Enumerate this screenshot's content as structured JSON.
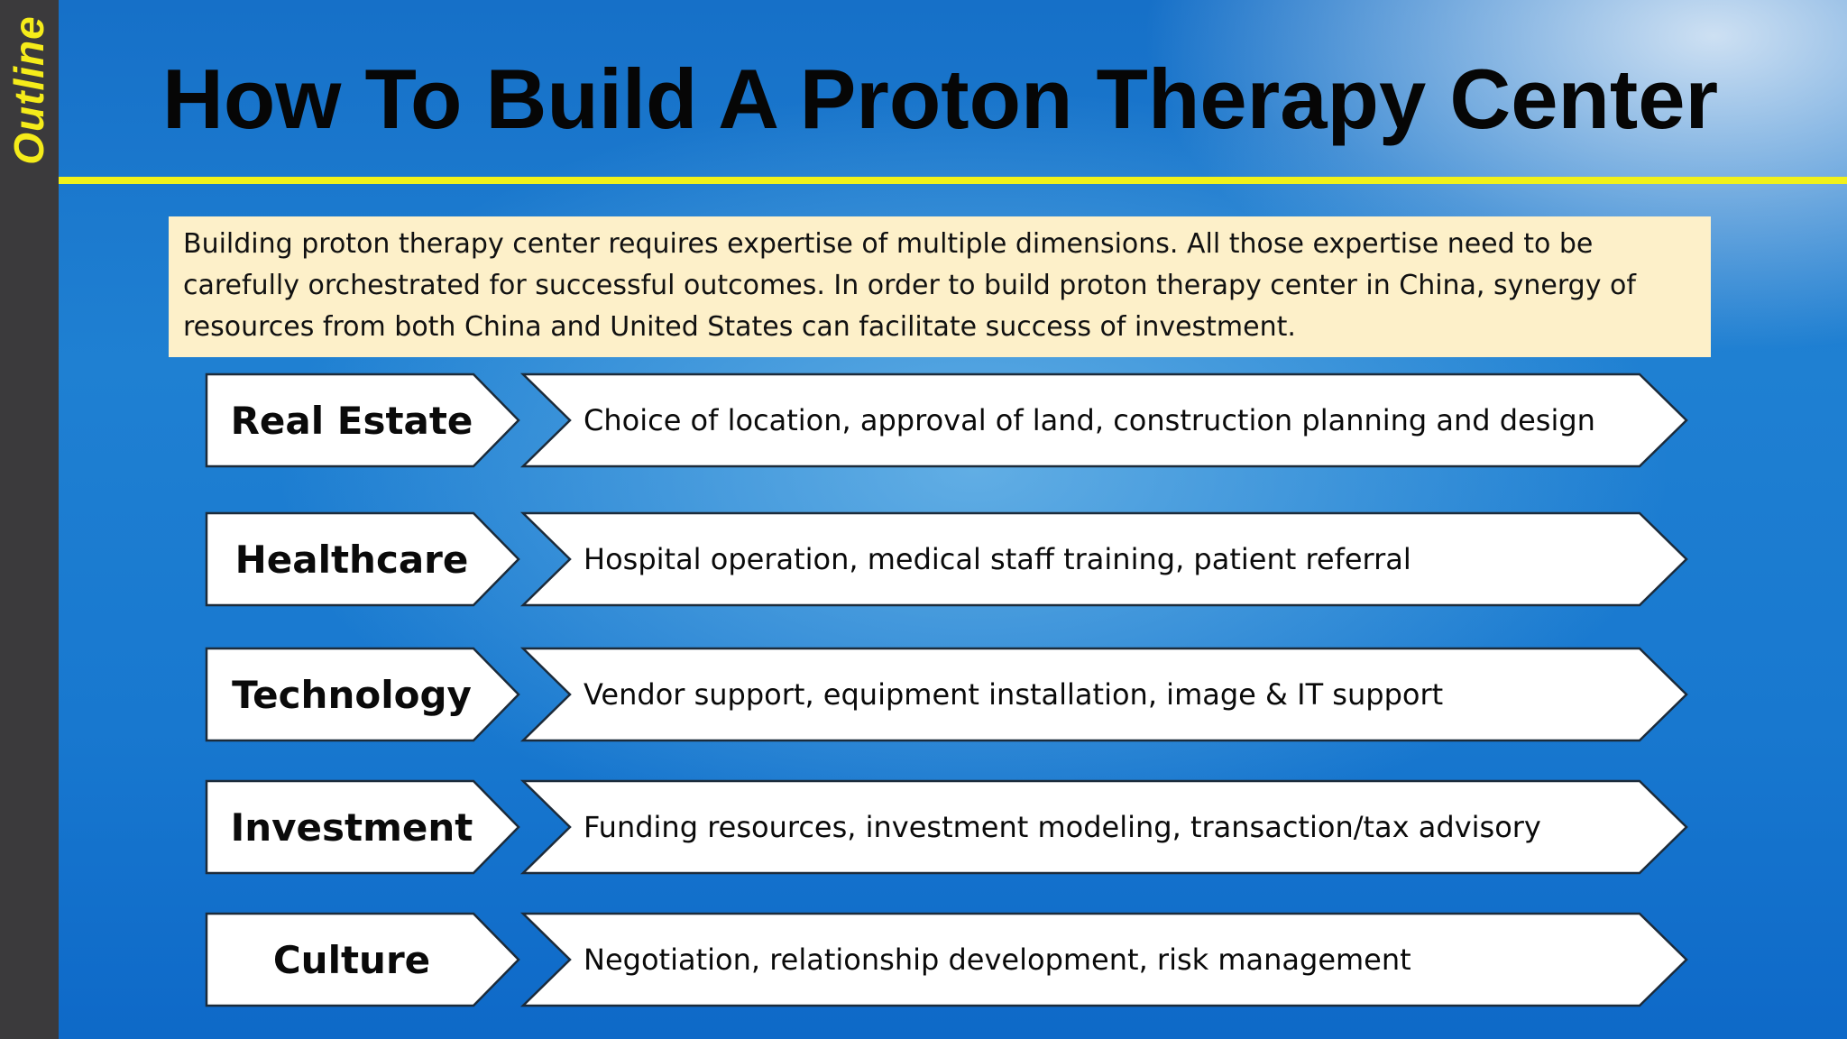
{
  "sidebar": {
    "label": "Outline",
    "colors": {
      "background": "#3b3a3c",
      "text": "#f5ec1a"
    }
  },
  "title": "How To Build A Proton Therapy Center",
  "accent_rule_color": "#f1f11a",
  "intro": {
    "text": "Building proton therapy center requires expertise of multiple dimensions. All those expertise need to be carefully orchestrated for successful outcomes. In order to build proton therapy center in China, synergy of resources from both China and United States can facilitate success of investment.",
    "background": "#fdf0c9"
  },
  "rows": [
    {
      "label": "Real Estate",
      "description": "Choice of location, approval of land, construction planning and design"
    },
    {
      "label": "Healthcare",
      "description": "Hospital operation, medical staff training, patient referral"
    },
    {
      "label": "Technology",
      "description": "Vendor support, equipment installation, image & IT support"
    },
    {
      "label": "Investment",
      "description": "Funding resources, investment modeling, transaction/tax advisory"
    },
    {
      "label": "Culture",
      "description": "Negotiation, relationship development, risk management"
    }
  ]
}
